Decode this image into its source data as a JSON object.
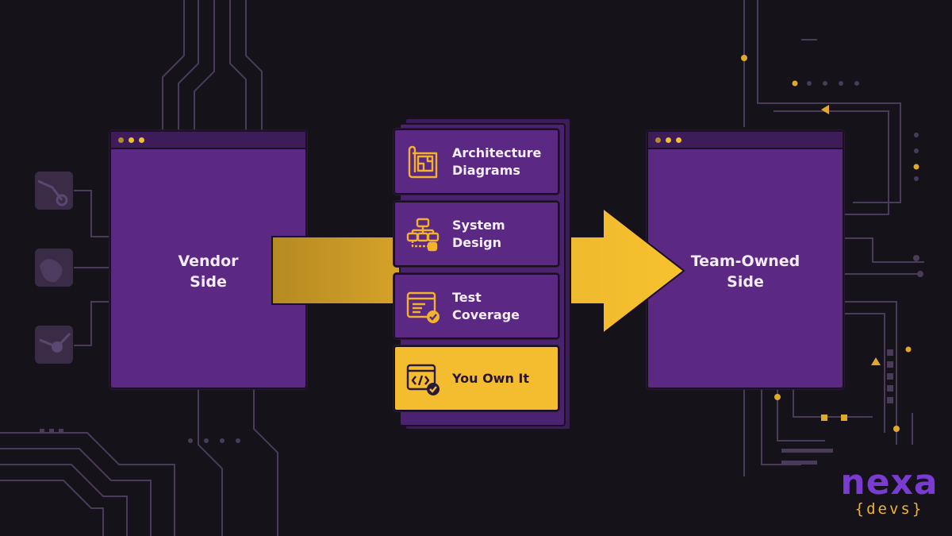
{
  "diagram": {
    "left_window": {
      "label": "Vendor\nSide"
    },
    "right_window": {
      "label": "Team-Owned\nSide"
    },
    "cards": [
      {
        "label": "Architecture\nDiagrams",
        "icon": "blueprint-icon"
      },
      {
        "label": "System\nDesign",
        "icon": "flowchart-icon"
      },
      {
        "label": "Test\nCoverage",
        "icon": "test-checklist-icon"
      },
      {
        "label": "You Own It",
        "icon": "code-check-icon"
      }
    ]
  },
  "logo": {
    "brand": "nexa",
    "sub": "{devs}"
  },
  "colors": {
    "background": "#15121a",
    "purple": "#5b2883",
    "purple_dark": "#3d1c59",
    "gold": "#f4bd30",
    "circuit": "#4a3a5c"
  }
}
